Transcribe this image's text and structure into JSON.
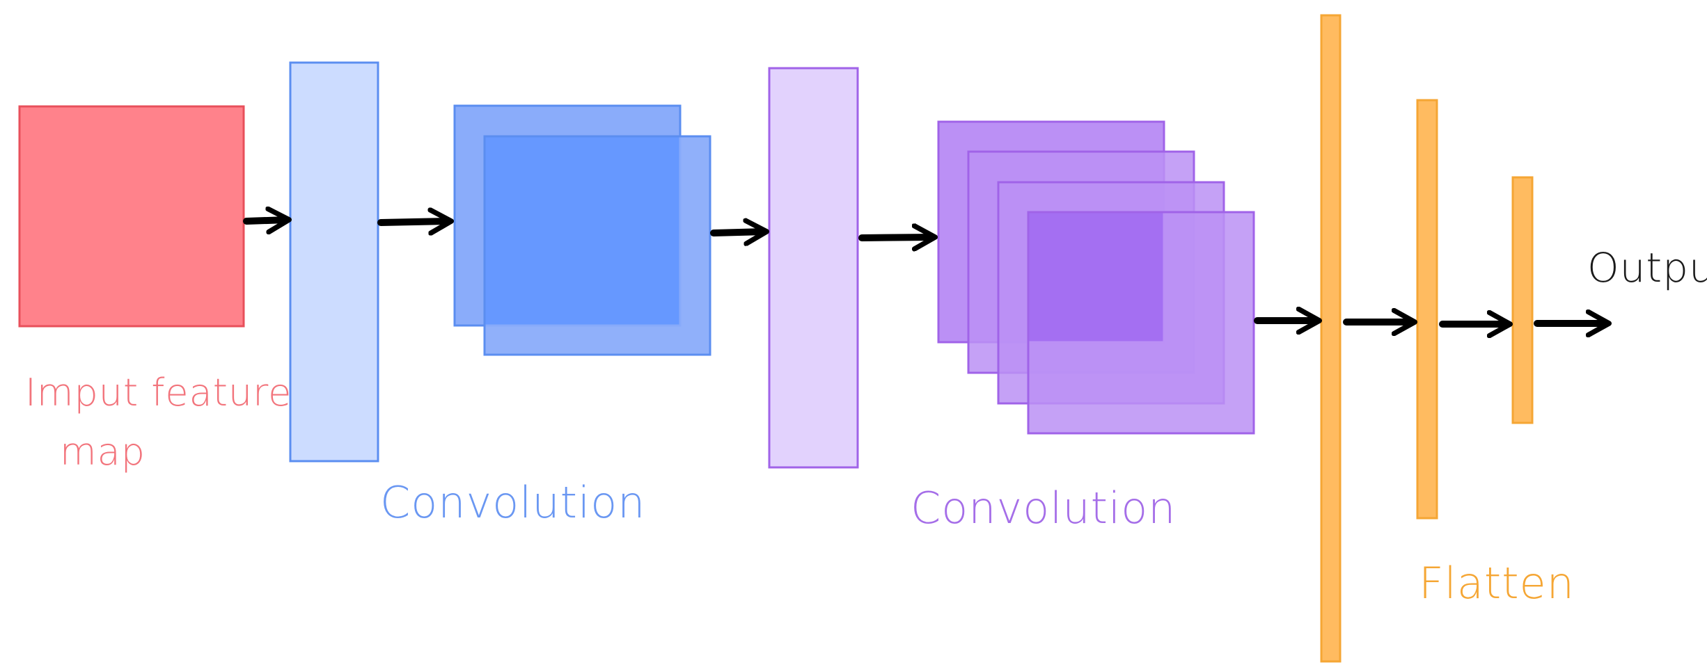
{
  "labels": {
    "input": [
      "Imput feature",
      "map"
    ],
    "convolution_1": "Convolution",
    "convolution_2": "Convolution",
    "flatten": "Flatten",
    "output": "Output"
  },
  "colors": {
    "input_fill": "#ff828b",
    "input_stroke": "#e8505b",
    "input_label": "#f2747c",
    "conv1_layer_fill": "#ccdcff",
    "conv1_maps_fill": "#8aacfa",
    "conv1_maps_overlap": "#6698ff",
    "conv1_stroke": "#5b8ef0",
    "conv1_label": "#6a97f2",
    "conv2_layer_fill": "#e2d2fd",
    "conv2_maps_fill": "#bb90f5",
    "conv2_maps_overlap": "#a46ff2",
    "conv2_stroke": "#a063e8",
    "conv2_label": "#a56ee8",
    "flatten_fill": "#ffbb60",
    "flatten_stroke": "#f5a634",
    "flatten_label": "#f5a634",
    "arrow": "#000000",
    "output_label": "#1a1a1a"
  }
}
